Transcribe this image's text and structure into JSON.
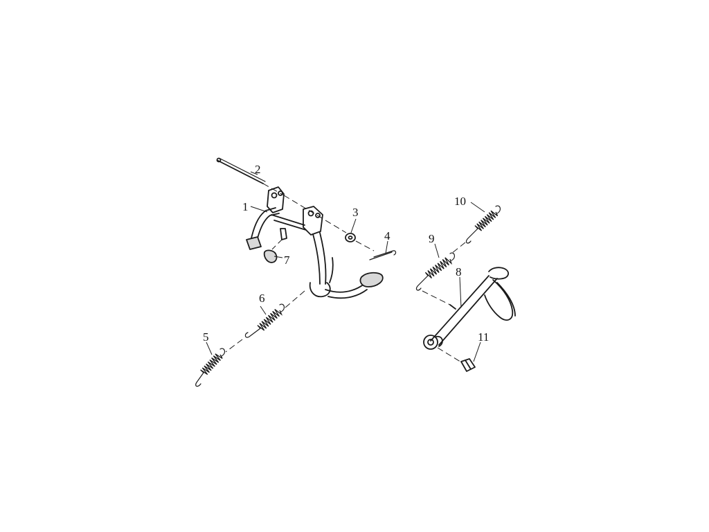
{
  "diagram": {
    "callouts": [
      {
        "id": "1",
        "label": "1"
      },
      {
        "id": "2",
        "label": "2"
      },
      {
        "id": "3",
        "label": "3"
      },
      {
        "id": "4",
        "label": "4"
      },
      {
        "id": "5",
        "label": "5"
      },
      {
        "id": "6",
        "label": "6"
      },
      {
        "id": "7",
        "label": "7"
      },
      {
        "id": "8",
        "label": "8"
      },
      {
        "id": "9",
        "label": "9"
      },
      {
        "id": "10",
        "label": "10"
      },
      {
        "id": "11",
        "label": "11"
      }
    ],
    "line_color": "#1a1a1a",
    "background": "#ffffff"
  }
}
